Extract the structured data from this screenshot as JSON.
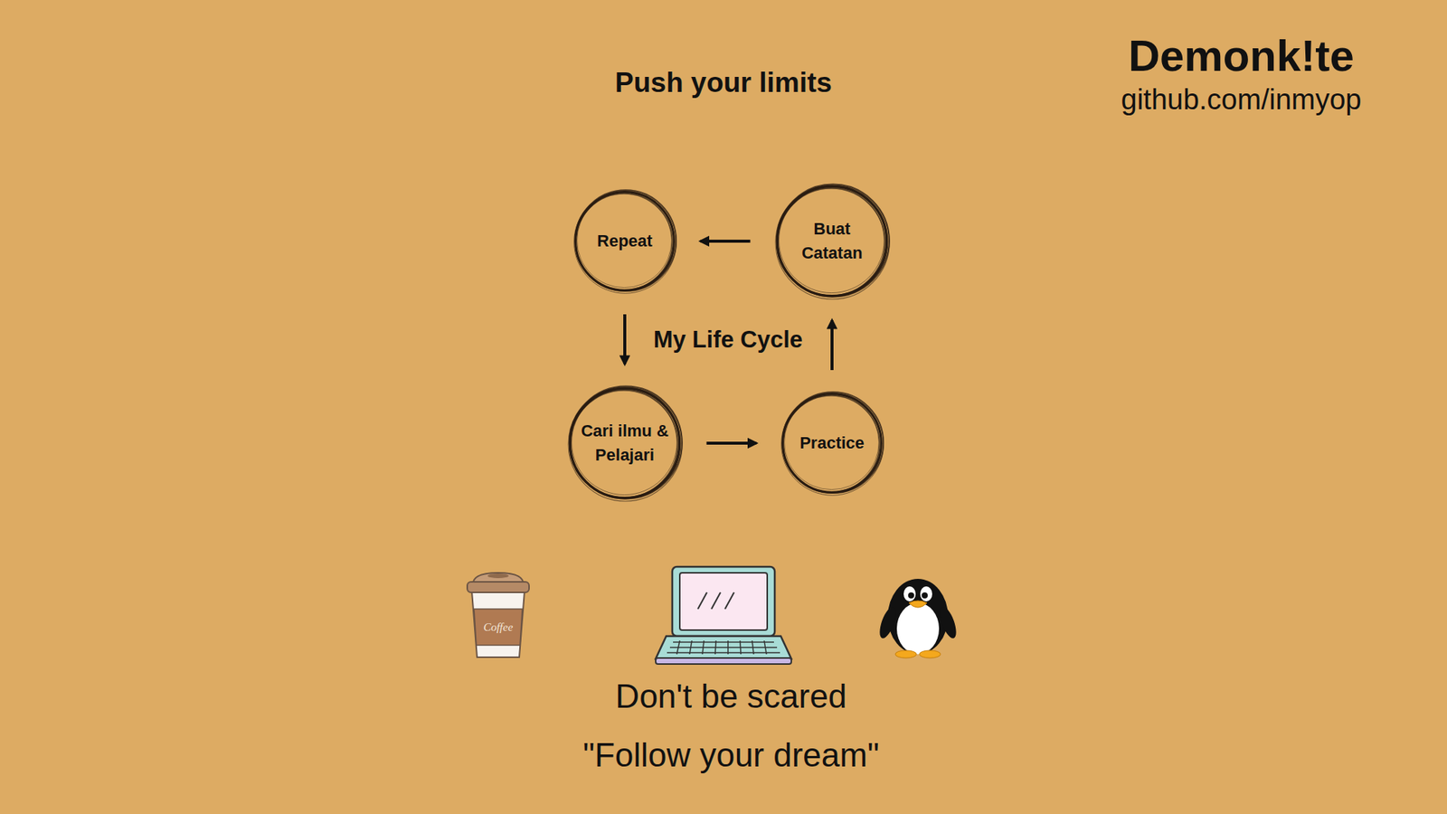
{
  "diagram": {
    "title": "Push your limits",
    "nodes": [
      {
        "text": [
          "Repeat"
        ]
      },
      {
        "text": [
          "Buat Catatan"
        ]
      },
      {
        "text": [
          "Cari ilmu & Pelajari"
        ]
      },
      {
        "text": [
          "Practice"
        ]
      }
    ],
    "edges": [
      {
        "from": 1,
        "to": 0,
        "arrow": "to"
      },
      {
        "from": 0,
        "to": 2,
        "arrow": "to"
      },
      {
        "from": 2,
        "to": 3,
        "arrow": "to"
      },
      {
        "from": 3,
        "to": 1,
        "arrow": "to"
      }
    ],
    "labels": [
      "Demonk!te",
      "github.com/inmyop",
      "My Life Cycle",
      "Coffee",
      "Don't be scared",
      "\"Follow your dream\""
    ]
  }
}
